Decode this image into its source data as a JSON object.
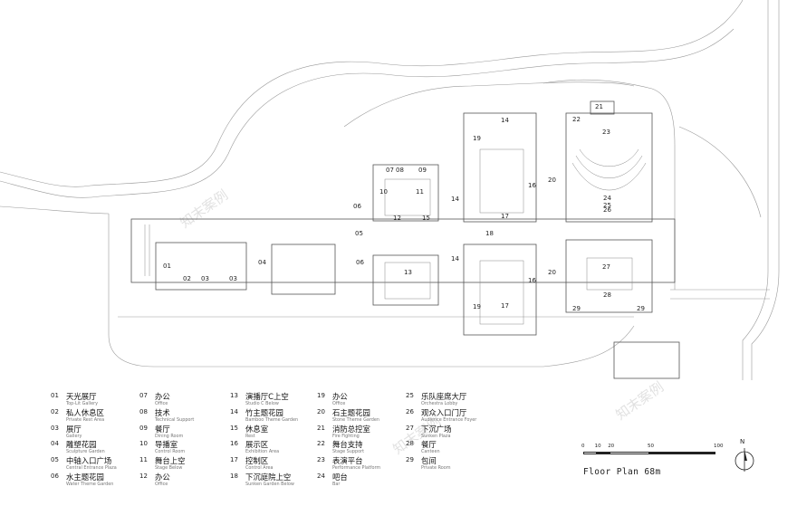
{
  "plan": {
    "room_labels": [
      {
        "id": "01",
        "pos": "r01"
      },
      {
        "id": "02",
        "pos": "r02"
      },
      {
        "id": "03",
        "pos": "r03"
      },
      {
        "id": "03",
        "pos": "r03b"
      },
      {
        "id": "04",
        "pos": "r04"
      },
      {
        "id": "05",
        "pos": "r05"
      },
      {
        "id": "06",
        "pos": "r06a"
      },
      {
        "id": "06",
        "pos": "r06b"
      },
      {
        "id": "07",
        "pos": "r07"
      },
      {
        "id": "08",
        "pos": "r08"
      },
      {
        "id": "09",
        "pos": "r09"
      },
      {
        "id": "10",
        "pos": "r10"
      },
      {
        "id": "11",
        "pos": "r11"
      },
      {
        "id": "12",
        "pos": "r12"
      },
      {
        "id": "13",
        "pos": "r13"
      },
      {
        "id": "14",
        "pos": "r14a"
      },
      {
        "id": "14",
        "pos": "r14b"
      },
      {
        "id": "14",
        "pos": "r14c"
      },
      {
        "id": "15",
        "pos": "r15"
      },
      {
        "id": "16",
        "pos": "r16a"
      },
      {
        "id": "16",
        "pos": "r16b"
      },
      {
        "id": "17",
        "pos": "r17a"
      },
      {
        "id": "17",
        "pos": "r17b"
      },
      {
        "id": "18",
        "pos": "r18"
      },
      {
        "id": "19",
        "pos": "r19a"
      },
      {
        "id": "19",
        "pos": "r19b"
      },
      {
        "id": "20",
        "pos": "r20a"
      },
      {
        "id": "20",
        "pos": "r20b"
      },
      {
        "id": "21",
        "pos": "r21"
      },
      {
        "id": "22",
        "pos": "r22"
      },
      {
        "id": "23",
        "pos": "r23"
      },
      {
        "id": "24",
        "pos": "r24"
      },
      {
        "id": "25",
        "pos": "r25"
      },
      {
        "id": "26",
        "pos": "r26"
      },
      {
        "id": "27",
        "pos": "r27"
      },
      {
        "id": "28",
        "pos": "r28"
      },
      {
        "id": "29",
        "pos": "r29a"
      },
      {
        "id": "29",
        "pos": "r29b"
      }
    ]
  },
  "legend": [
    {
      "num": "01",
      "cn": "天光展厅",
      "en": "Top-Lit Gallery"
    },
    {
      "num": "02",
      "cn": "私人休息区",
      "en": "Private Rest Area"
    },
    {
      "num": "03",
      "cn": "展厅",
      "en": "Gallery"
    },
    {
      "num": "04",
      "cn": "雕塑花园",
      "en": "Sculpture Garden"
    },
    {
      "num": "05",
      "cn": "中轴入口广场",
      "en": "Central Entrance Plaza"
    },
    {
      "num": "06",
      "cn": "水主题花园",
      "en": "Water Theme Garden"
    },
    {
      "num": "07",
      "cn": "办公",
      "en": "Office"
    },
    {
      "num": "08",
      "cn": "技术",
      "en": "Technical Support"
    },
    {
      "num": "09",
      "cn": "餐厅",
      "en": "Dining Room"
    },
    {
      "num": "10",
      "cn": "导播室",
      "en": "Control Room"
    },
    {
      "num": "11",
      "cn": "舞台上空",
      "en": "Stage Below"
    },
    {
      "num": "12",
      "cn": "办公",
      "en": "Office"
    },
    {
      "num": "13",
      "cn": "演播厅C上空",
      "en": "Studio C Below"
    },
    {
      "num": "14",
      "cn": "竹主题花园",
      "en": "Bamboo Theme Garden"
    },
    {
      "num": "15",
      "cn": "休息室",
      "en": "Rest"
    },
    {
      "num": "16",
      "cn": "展示区",
      "en": "Exhibition Area"
    },
    {
      "num": "17",
      "cn": "控制区",
      "en": "Control Area"
    },
    {
      "num": "18",
      "cn": "下沉庭院上空",
      "en": "Sunken Garden Below"
    },
    {
      "num": "19",
      "cn": "办公",
      "en": "Office"
    },
    {
      "num": "20",
      "cn": "石主题花园",
      "en": "Stone Theme Garden"
    },
    {
      "num": "21",
      "cn": "消防总控室",
      "en": "Fire Fighting"
    },
    {
      "num": "22",
      "cn": "舞台支持",
      "en": "Stage Support"
    },
    {
      "num": "23",
      "cn": "表演平台",
      "en": "Performance Platform"
    },
    {
      "num": "24",
      "cn": "吧台",
      "en": "Bar"
    },
    {
      "num": "25",
      "cn": "乐队座席大厅",
      "en": "Orchestra Lobby"
    },
    {
      "num": "26",
      "cn": "观众入口门厅",
      "en": "Audience Entrance Foyer"
    },
    {
      "num": "27",
      "cn": "下沉广场",
      "en": "Sunken Plaza"
    },
    {
      "num": "28",
      "cn": "餐厅",
      "en": "Canteen"
    },
    {
      "num": "29",
      "cn": "包间",
      "en": "Private Room"
    }
  ],
  "scale": {
    "ticks": [
      0,
      10,
      20,
      50,
      100
    ]
  },
  "caption": "Floor Plan 68m",
  "north": "N",
  "watermark": "知末案例"
}
